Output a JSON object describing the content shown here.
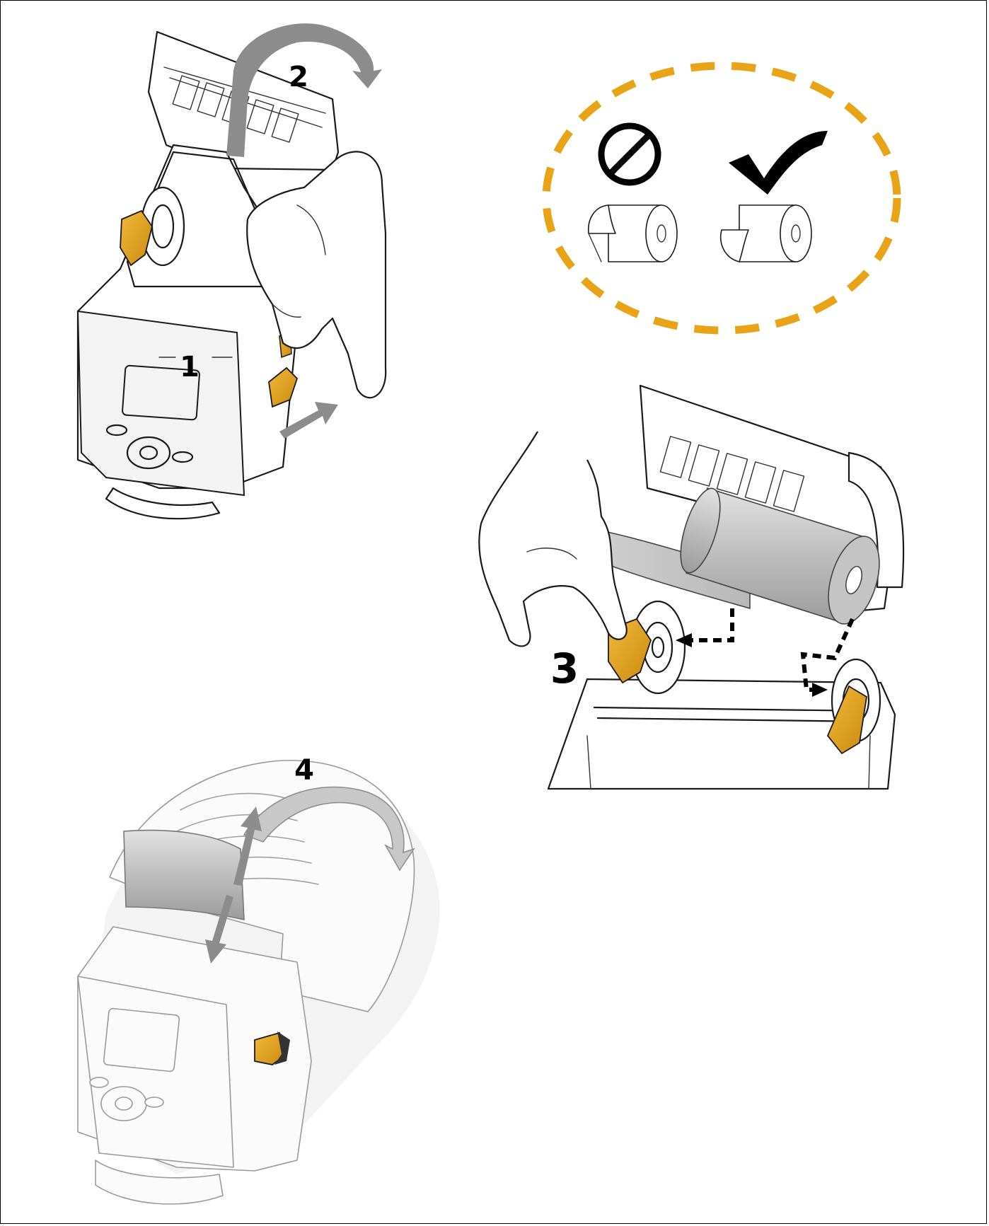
{
  "steps": {
    "step1": "1",
    "step2": "2",
    "step3": "3",
    "step4": "4"
  },
  "colors": {
    "latch": "#e8a317",
    "dashed_circle": "#e8a317",
    "arrow_gray": "#8c8c8c",
    "media_gray": "#bfbfbf",
    "line": "#1a1a1a"
  },
  "icons": {
    "prohibited": "prohibited-icon",
    "approved": "checkmark-icon"
  }
}
